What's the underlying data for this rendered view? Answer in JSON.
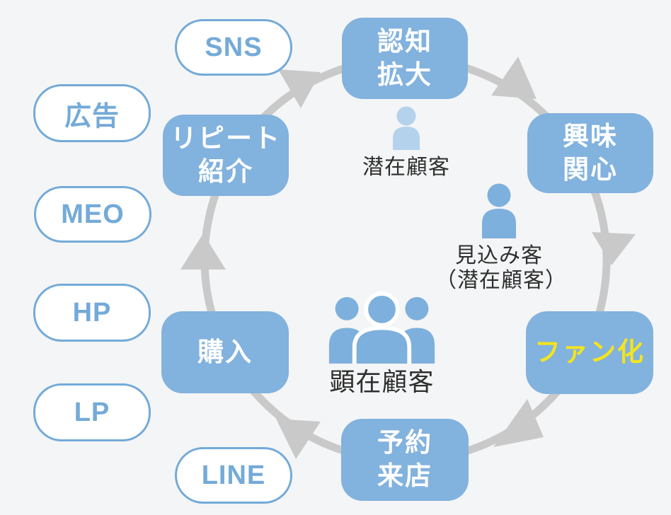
{
  "colors": {
    "background": "#f4f5f6",
    "box_blue": "#82b2de",
    "pill_blue": "#74aad8",
    "ring_gray": "#c9c9c9",
    "highlight_yellow": "#f3e41f",
    "person_blue": "#7db0dc",
    "person_light_blue": "#b5d2ec",
    "box_text_white": "#ffffff",
    "label_text": "#2f2f2f"
  },
  "cycle": {
    "direction": "clockwise",
    "stages": [
      {
        "id": "awareness",
        "label": "認知\n拡大",
        "text_color": "#ffffff"
      },
      {
        "id": "interest",
        "label": "興味\n関心",
        "text_color": "#ffffff"
      },
      {
        "id": "fan",
        "label": "ファン化",
        "text_color": "#f3e41f"
      },
      {
        "id": "visit",
        "label": "予約\n来店",
        "text_color": "#ffffff"
      },
      {
        "id": "purchase",
        "label": "購入",
        "text_color": "#ffffff"
      },
      {
        "id": "repeat",
        "label": "リピート\n紹介",
        "text_color": "#ffffff"
      }
    ]
  },
  "channels": [
    {
      "label": "SNS"
    },
    {
      "label": "広告"
    },
    {
      "label": "MEO"
    },
    {
      "label": "HP"
    },
    {
      "label": "LP"
    },
    {
      "label": "LINE"
    }
  ],
  "personas": [
    {
      "id": "potential",
      "icon": "single-person-light-icon",
      "label": "潜在顧客"
    },
    {
      "id": "prospect",
      "icon": "single-person-icon",
      "label": "見込み客\n（潜在顧客）"
    },
    {
      "id": "existing",
      "icon": "people-group-icon",
      "label": "顕在顧客"
    }
  ]
}
